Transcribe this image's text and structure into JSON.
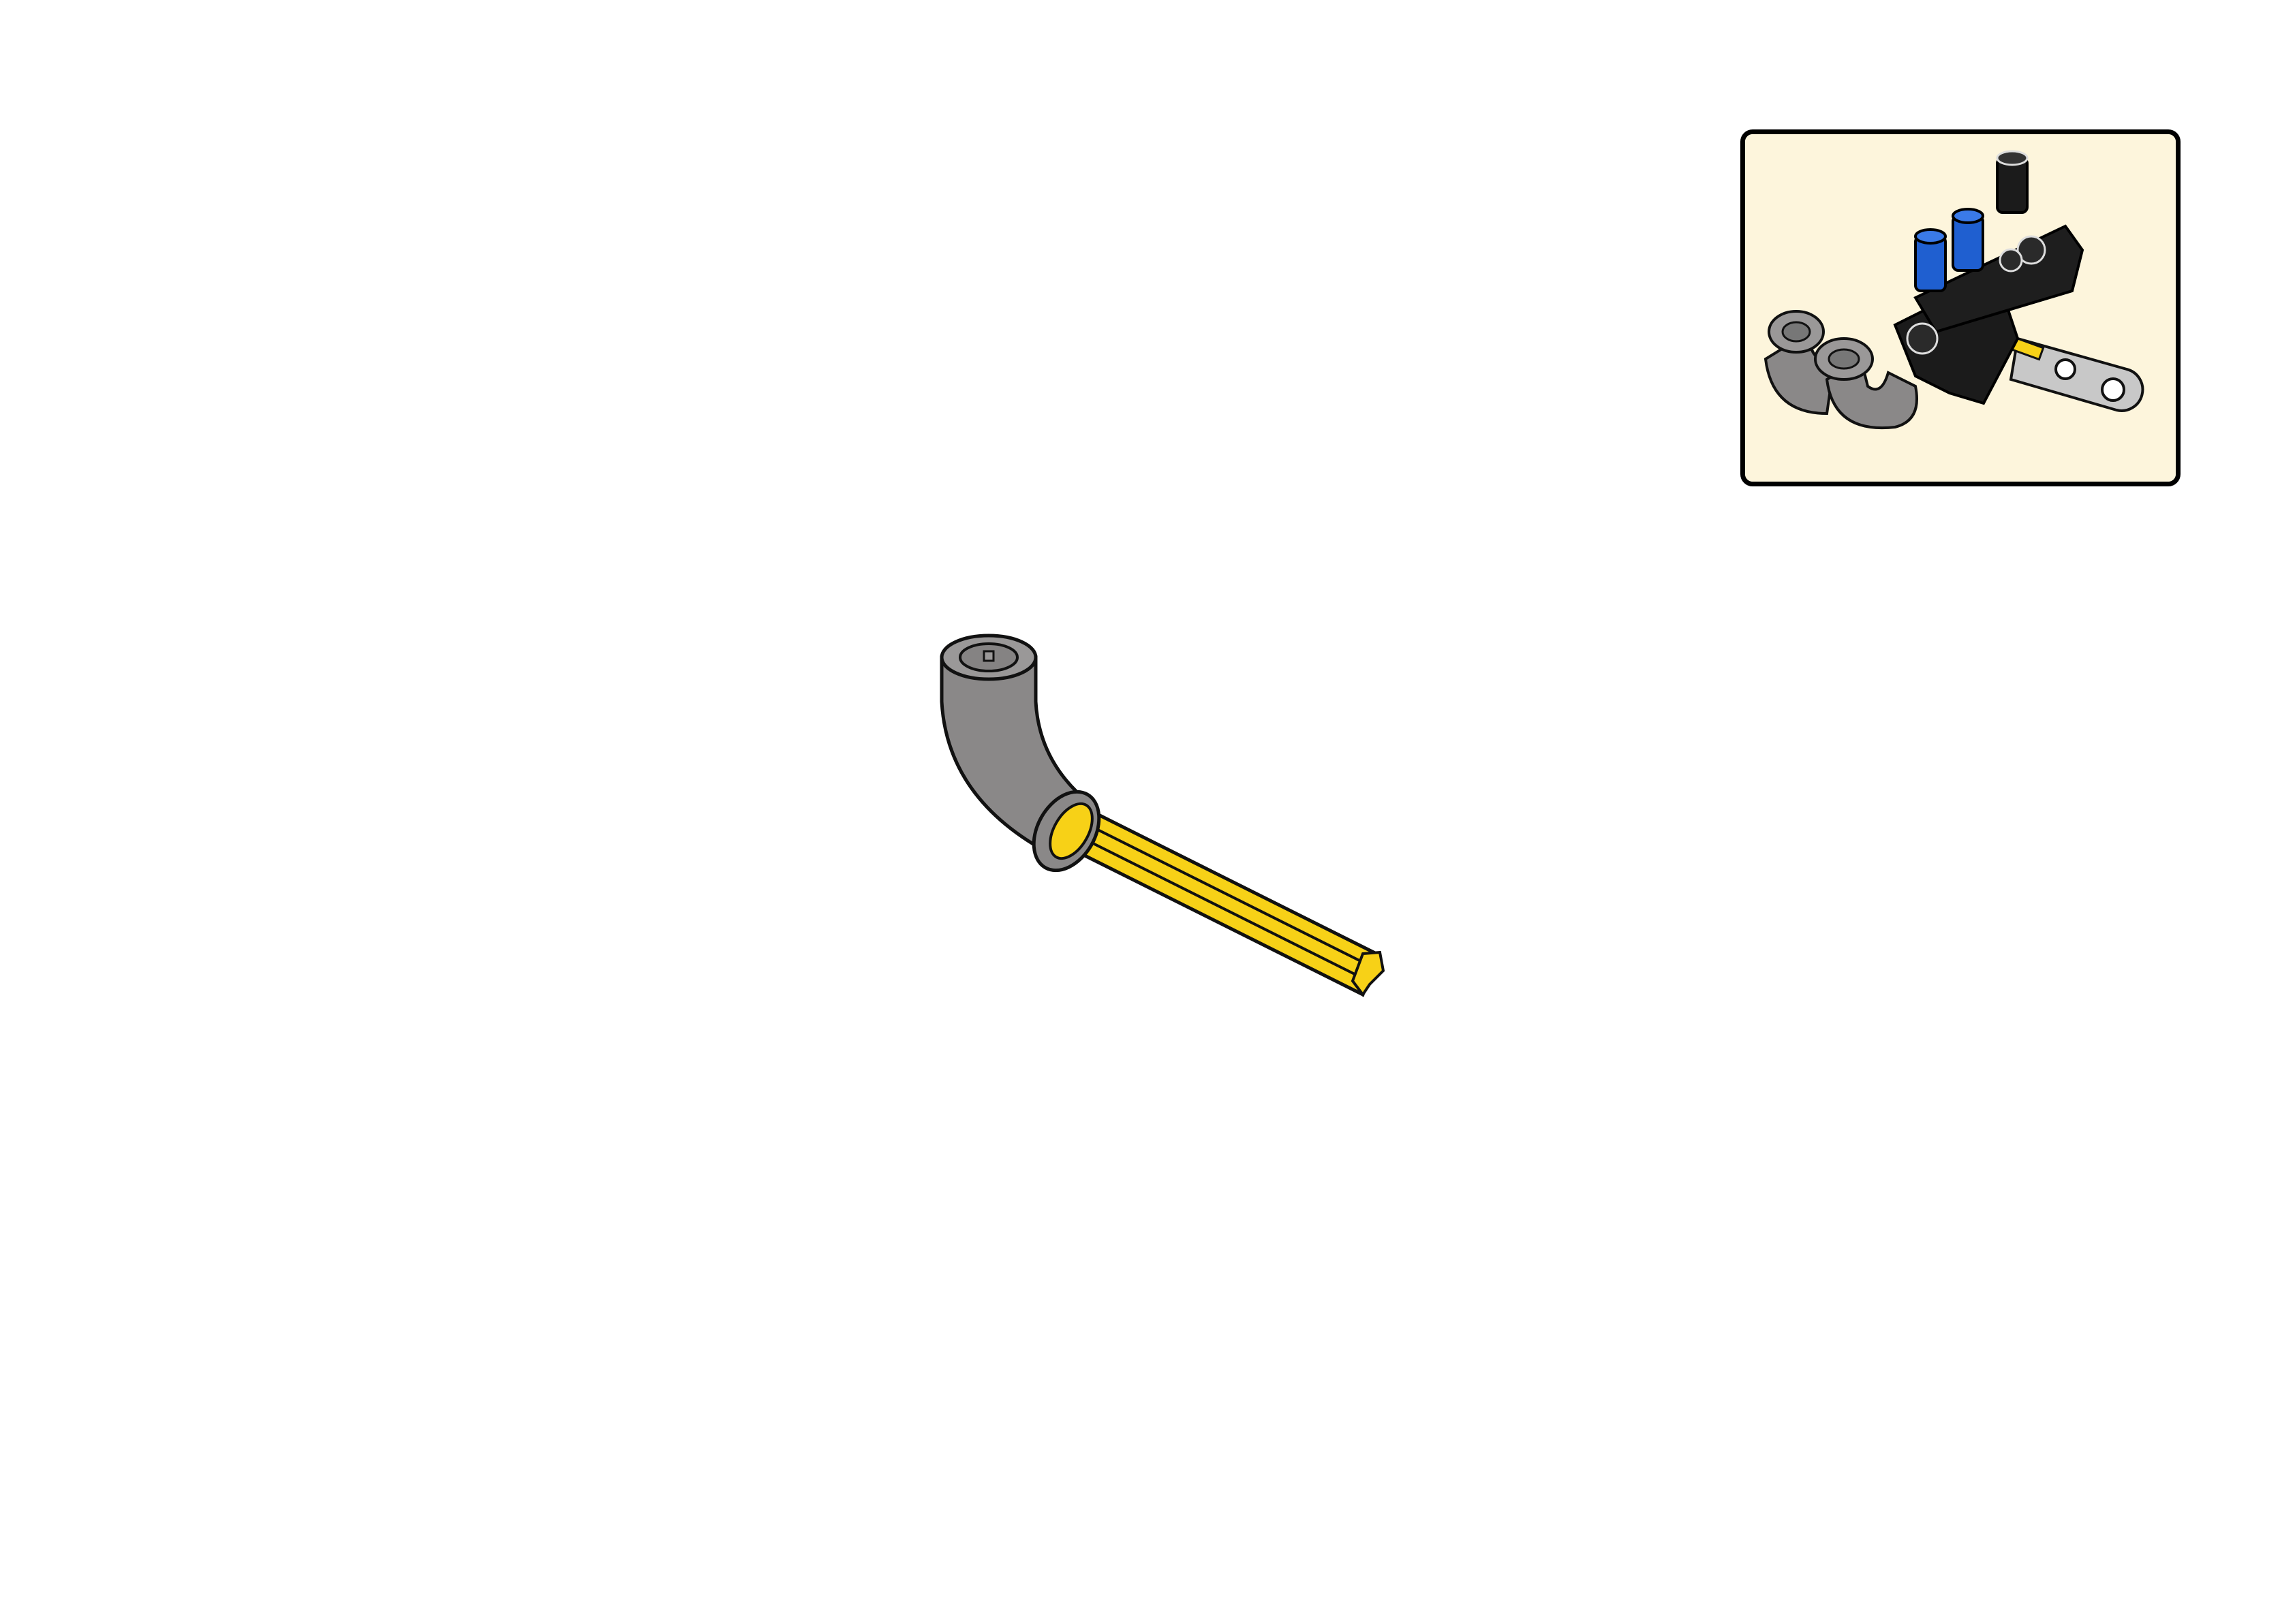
{
  "page": {
    "background": "#ffffff"
  },
  "callout": {
    "background": "#fdf5dc",
    "border_color": "#000000",
    "contents": [
      "black-technic-beam",
      "blue-pin",
      "blue-pin",
      "black-pin",
      "gray-hose-elbow",
      "gray-hose-elbow",
      "light-gray-liftarm",
      "yellow-axle"
    ]
  },
  "step_part": {
    "pieces": [
      "gray-hose-elbow",
      "yellow-axle"
    ],
    "colors": {
      "hose": "#8a8888",
      "axle": "#f7d117",
      "outline": "#111111"
    }
  }
}
